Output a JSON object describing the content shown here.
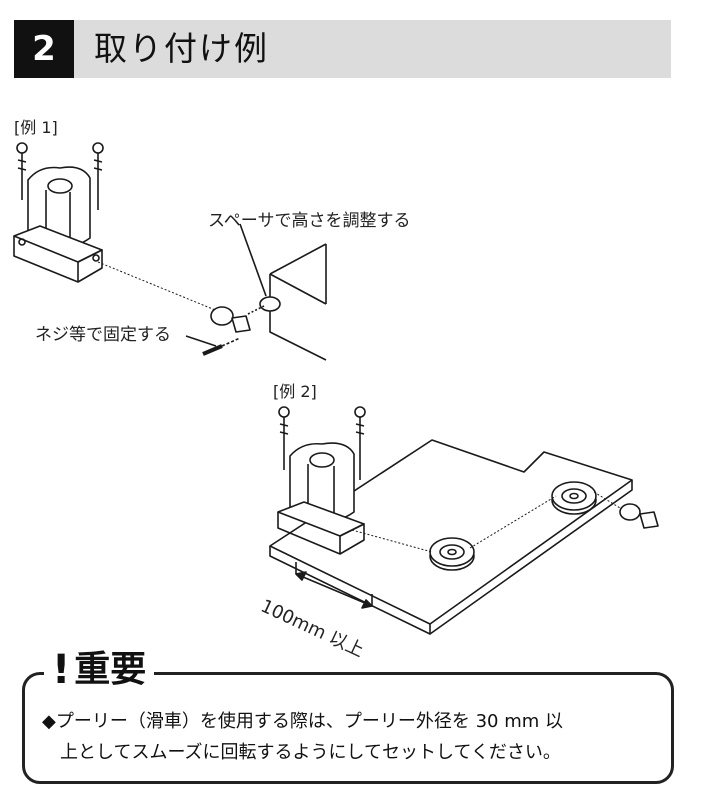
{
  "section": {
    "number": "2",
    "title": "取り付け例"
  },
  "example1": {
    "label": "[例 1]",
    "callout_spacer": "スペーサで高さを調整する",
    "callout_screw": "ネジ等で固定する"
  },
  "example2": {
    "label": "[例 2]",
    "dimension": "100mm 以上"
  },
  "notice": {
    "mark": "!",
    "title": "重要",
    "bullet": "◆",
    "line1": "プーリー（滑車）を使用する際は、プーリー外径を 30 mm 以",
    "line2": "上としてスムーズに回転するようにしてセットしてください。"
  },
  "colors": {
    "header_bg": "#dcdcdc",
    "number_bg": "#111111",
    "line": "#1a1a1a"
  }
}
